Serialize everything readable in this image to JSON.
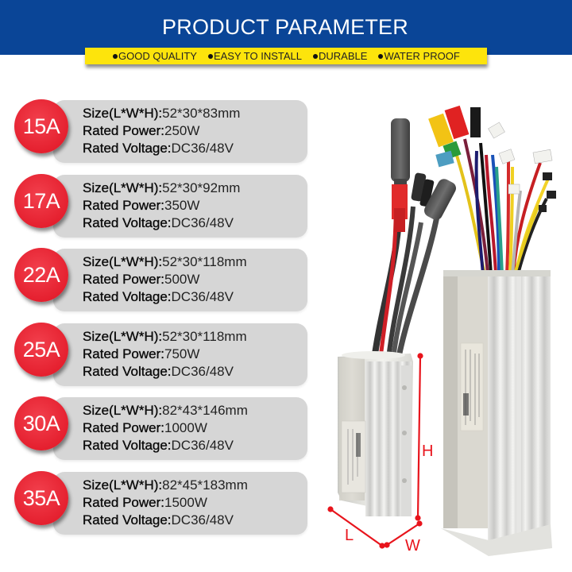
{
  "header": {
    "title": "PRODUCT PARAMETER",
    "background_color": "#0a4597",
    "features": [
      {
        "label": "GOOD QUALITY"
      },
      {
        "label": "EASY TO INSTALL"
      },
      {
        "label": "DURABLE"
      },
      {
        "label": "WATER PROOF"
      }
    ],
    "feature_bar_color": "#fde40c"
  },
  "labels": {
    "size": "Size(L*W*H):",
    "power": "Rated Power:",
    "voltage": "Rated Voltage:"
  },
  "specs": [
    {
      "current": "15A",
      "size": "52*30*83mm",
      "power": "250W",
      "voltage": "DC36/48V"
    },
    {
      "current": "17A",
      "size": "52*30*92mm",
      "power": "350W",
      "voltage": "DC36/48V"
    },
    {
      "current": "22A",
      "size": "52*30*118mm",
      "power": "500W",
      "voltage": "DC36/48V"
    },
    {
      "current": "25A",
      "size": "52*30*118mm",
      "power": "750W",
      "voltage": "DC36/48V"
    },
    {
      "current": "30A",
      "size": "82*43*146mm",
      "power": "1000W",
      "voltage": "DC36/48V"
    },
    {
      "current": "35A",
      "size": "82*45*183mm",
      "power": "1500W",
      "voltage": "DC36/48V"
    }
  ],
  "badge_color": "#e5202f",
  "product_image": {
    "description": "two aluminum e-bike motor controllers with wiring harnesses",
    "dimension_labels": {
      "length": "L",
      "width": "W",
      "height": "H"
    },
    "dimension_color": "#e8141c"
  }
}
